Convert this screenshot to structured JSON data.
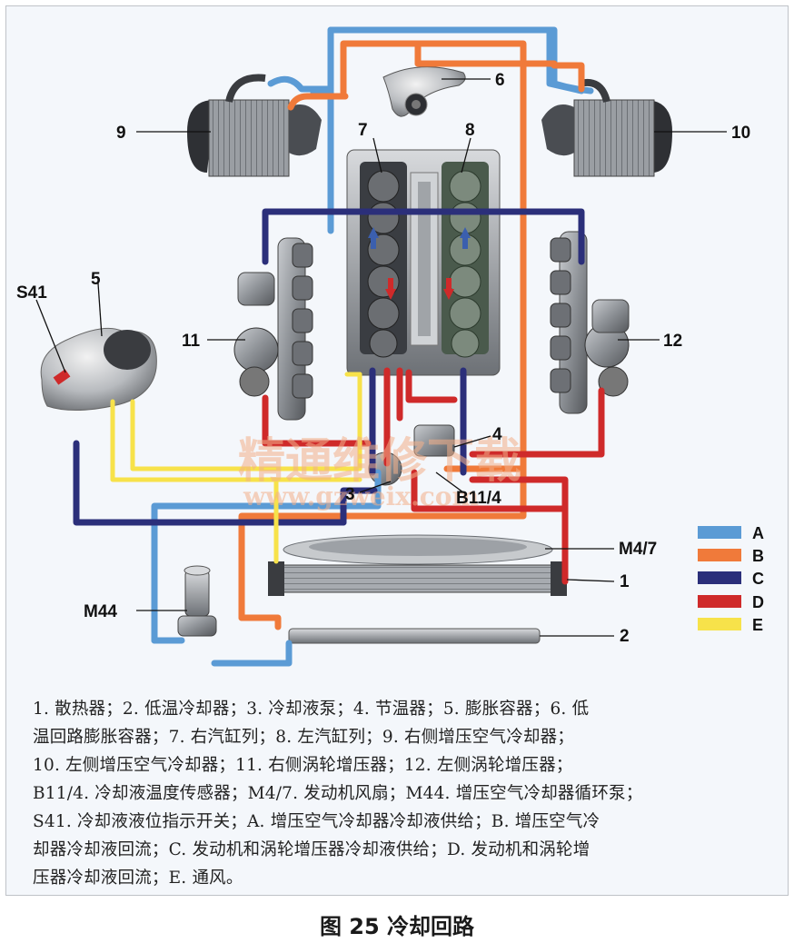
{
  "colors": {
    "A": "#5b9bd5",
    "B": "#f07a3a",
    "C": "#2b2f7a",
    "D": "#cf2a2a",
    "E": "#f7e24a"
  },
  "labels": {
    "c1": "1",
    "c2": "2",
    "c3": "3",
    "c4": "4",
    "c5": "5",
    "c6": "6",
    "c7": "7",
    "c8": "8",
    "c9": "9",
    "c10": "10",
    "c11": "11",
    "c12": "12",
    "s41": "S41",
    "b11": "B11/4",
    "m47": "M4/7",
    "m44": "M44"
  },
  "legend": [
    {
      "key": "A",
      "color": "#5b9bd5"
    },
    {
      "key": "B",
      "color": "#f07a3a"
    },
    {
      "key": "C",
      "color": "#2b2f7a"
    },
    {
      "key": "D",
      "color": "#cf2a2a"
    },
    {
      "key": "E",
      "color": "#f7e24a"
    }
  ],
  "watermark": {
    "cn": "精通维修下载",
    "url": "www.gzweix.com"
  },
  "caption": {
    "line1": "1. 散热器；2. 低温冷却器；3. 冷却液泵；4. 节温器；5. 膨胀容器；6. 低",
    "line2": "温回路膨胀容器；7. 右汽缸列；8. 左汽缸列；9. 右侧增压空气冷却器；",
    "line3": "10. 左侧增压空气冷却器；11. 右侧涡轮增压器；12. 左侧涡轮增压器；",
    "line4": "B11/4. 冷却液温度传感器；M4/7. 发动机风扇；M44. 增压空气冷却器循环泵；",
    "line5": "S41. 冷却液液位指示开关；A. 增压空气冷却器冷却液供给；B. 增压空气冷",
    "line6": "却器冷却液回流；C. 发动机和涡轮增压器冷却液供给；D. 发动机和涡轮增",
    "line7": "压器冷却液回流；E. 通风。"
  },
  "figure_title": "图 25 冷却回路"
}
